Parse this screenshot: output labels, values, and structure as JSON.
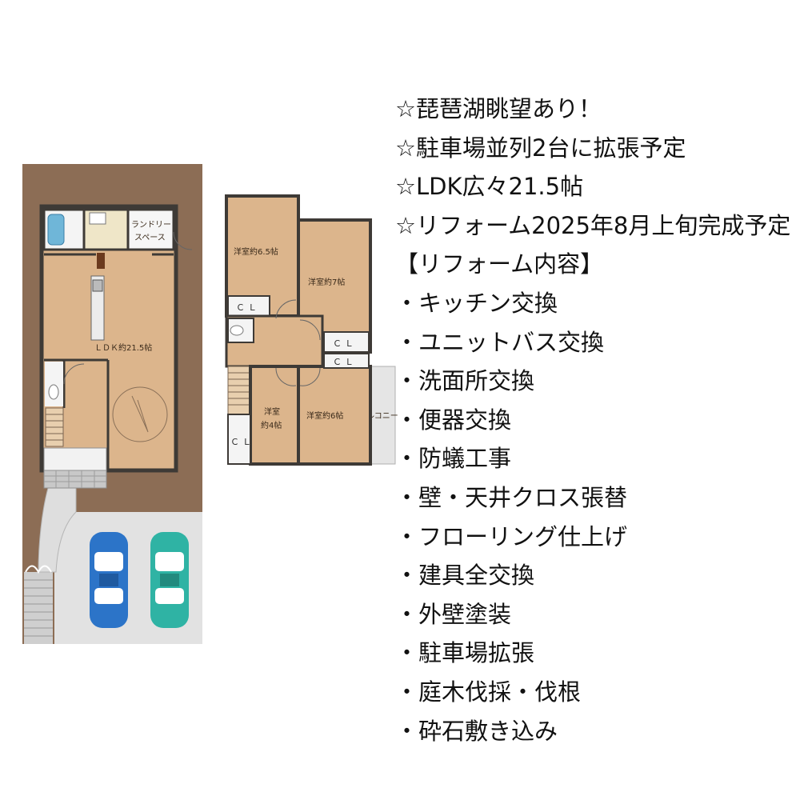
{
  "plan": {
    "rooms": {
      "laundry_line1": "ランドリー",
      "laundry_line2": "スペース",
      "ldk": "ＬＤＫ約21.5帖",
      "room_65": "洋室約6.5帖",
      "room_7": "洋室約7帖",
      "room_4_line1": "洋室",
      "room_4_line2": "約4帖",
      "room_6": "洋室約6帖",
      "balcony": "バルコニー",
      "cl_1": "ＣＬ",
      "cl_2": "ＣＬ",
      "cl_3": "ＣＬ",
      "cl_4": "ＣＬ"
    },
    "colors": {
      "lot": "#8c6d55",
      "floor": "#dcb58c",
      "wall": "#3e3a36",
      "parking": "#e2e2e2",
      "car_blue": "#2c74c8",
      "car_teal": "#2fb3a4"
    }
  },
  "features": [
    "☆琵琶湖眺望あり！",
    "☆駐車場並列2台に拡張予定",
    "☆LDK広々21.5帖",
    "☆リフォーム2025年8月上旬完成予定",
    "【リフォーム内容】",
    "・キッチン交換",
    "・ユニットバス交換",
    "・洗面所交換",
    "・便器交換",
    "・防蟻工事",
    "・壁・天井クロス張替",
    "・フローリング仕上げ",
    "・建具全交換",
    "・外壁塗装",
    "・駐車場拡張",
    "・庭木伐採・伐根",
    "・砕石敷き込み"
  ]
}
